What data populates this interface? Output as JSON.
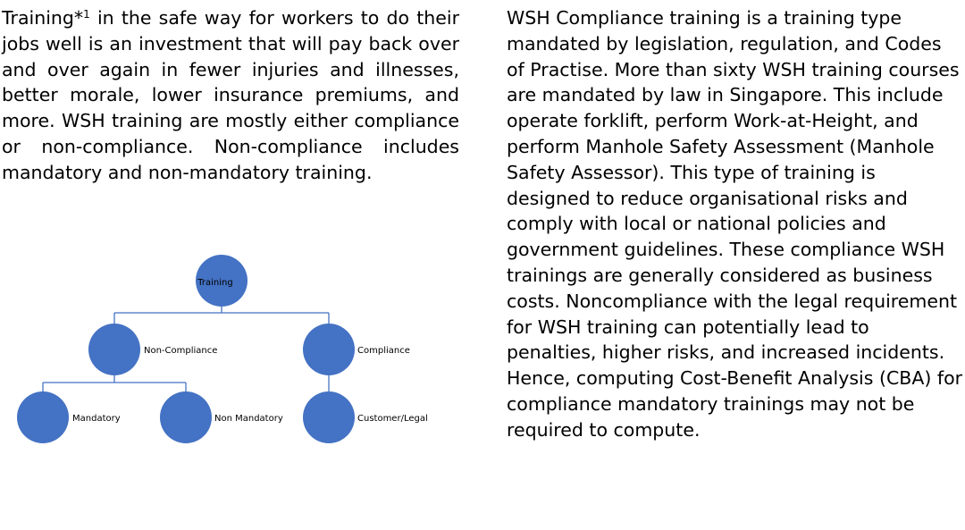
{
  "left_paragraph": {
    "word": "Training",
    "footnote_mark": "*",
    "footnote_number": "1",
    "rest": " in the safe way for workers to do their jobs well is an investment that will pay back over and over again in fewer injuries and illnesses, better morale, lower insurance premiums, and more. WSH training are mostly either compliance or non-compliance. Non-compliance includes mandatory and non-mandatory training."
  },
  "right_paragraph": "WSH Compliance training is a training type mandated by legislation, regulation, and Codes of Practise. More than sixty WSH training courses are mandated by law in Singapore. This include operate forklift, perform Work-at-Height, and perform Manhole Safety Assessment (Manhole Safety Assessor). This type of training is designed to reduce organisational risks and comply with local or national policies and government guidelines. These compliance WSH trainings are generally considered as business costs. Noncompliance with the legal requirement for WSH training can potentially lead to penalties, higher risks, and increased incidents. Hence, computing Cost-Benefit Analysis (CBA) for compliance mandatory trainings may not be required to compute.",
  "diagram": {
    "node_color": "#4472c4",
    "line_color": "#4472c4",
    "root": "Training",
    "level1_left": "Non-Compliance",
    "level1_right": "Compliance",
    "level2_mandatory": "Mandatory",
    "level2_non_mandatory": "Non Mandatory",
    "level2_customer_legal": "Customer/Legal"
  }
}
